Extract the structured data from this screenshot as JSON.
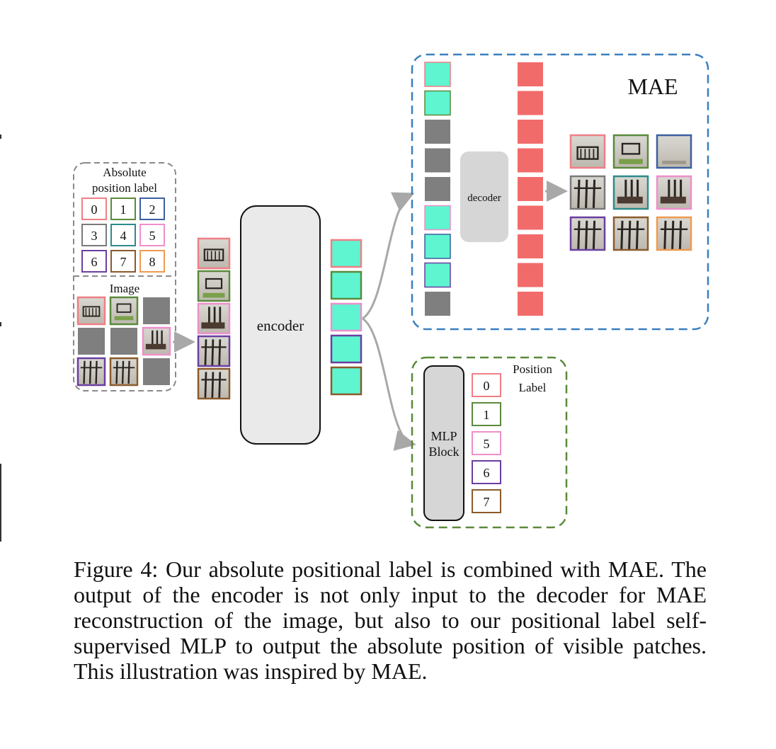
{
  "colors": {
    "pos0": "#ef7f86",
    "pos1": "#5b8a3c",
    "pos2": "#3c5f9f",
    "pos3": "#7a7a7a",
    "pos4": "#2d8b8b",
    "pos5": "#ee8fca",
    "pos6": "#6a3fa0",
    "pos7": "#8b5a2b",
    "pos8": "#ef9a50",
    "token_visible": "#5ff5d0",
    "token_masked": "#7f7f7f",
    "token_decoded": "#f26b6b",
    "mae_border": "#3a7fbf",
    "mlp_border": "#5a8a3a",
    "arrow": "#a8a8a8"
  },
  "legend": {
    "title_line1": "Absolute",
    "title_line2": "position label",
    "numbers": [
      "0",
      "1",
      "2",
      "3",
      "4",
      "5",
      "6",
      "7",
      "8"
    ],
    "image_label": "Image"
  },
  "encoder": {
    "label": "encoder"
  },
  "mae": {
    "label": "MAE",
    "decoder_label": "decoder",
    "token_pattern": [
      "visible",
      "visible",
      "masked",
      "masked",
      "masked",
      "visible",
      "visible",
      "visible",
      "masked"
    ]
  },
  "mlp": {
    "label_line1": "MLP",
    "label_line2": "Block",
    "position_title_line1": "Position",
    "position_title_line2": "Label",
    "position_labels": [
      "0",
      "1",
      "5",
      "6",
      "7"
    ]
  },
  "caption": "Figure 4: Our absolute positional label is combined with MAE. The output of the encoder is not only input to the decoder for MAE reconstruction of the image, but also to our positional label self-supervised MLP to output the absolute position of visible patches. This illustration was inspired by MAE."
}
